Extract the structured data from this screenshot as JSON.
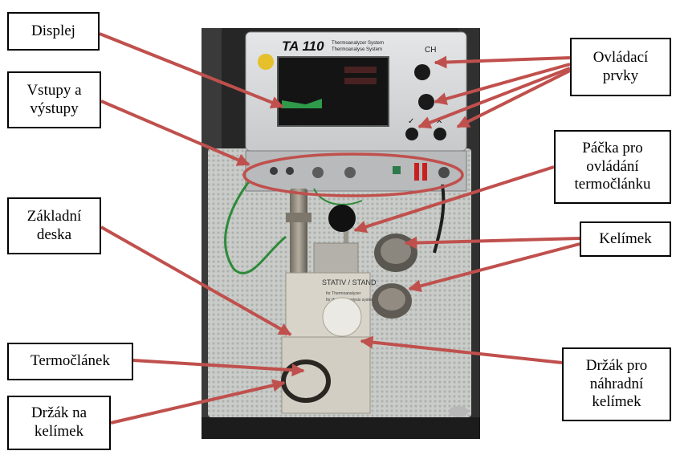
{
  "device": {
    "model": "TA 110",
    "subtitle_line1": "Thermoanalyzer System",
    "subtitle_line2": "Thermoanalyse System",
    "knob_label": "CH",
    "stand_label": "STATIV / STAND",
    "stand_sub1": "for Thermoanalyzer",
    "stand_sub2": "for thermal analysis system"
  },
  "colors": {
    "arrow": "#c0504d",
    "border": "#000000",
    "ellipse": "#c0504d"
  },
  "labels": {
    "displej": "Displej",
    "vstupy": [
      "Vstupy a",
      "výstupy"
    ],
    "zakladni": [
      "Základní",
      "deska"
    ],
    "termoclanek": "Termočlánek",
    "drzak_kelimek": [
      "Držák na",
      "kelímek"
    ],
    "ovladaci": [
      "Ovládací",
      "prvky"
    ],
    "packa": [
      "Páčka pro",
      "ovládání",
      "termočlánku"
    ],
    "kelimek": "Kelímek",
    "drzak_nahradni": [
      "Držák pro",
      "náhradní",
      "kelímek"
    ]
  }
}
